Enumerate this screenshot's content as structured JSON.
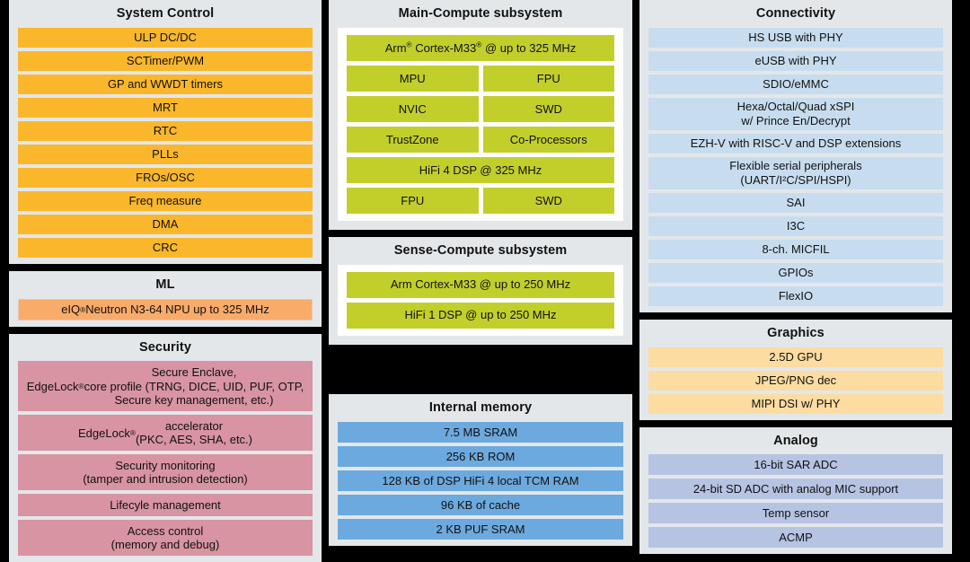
{
  "colors": {
    "background": "#000000",
    "panel": "#E3E7EA",
    "system_control": "#FBB72B",
    "ml": "#F9AB6A",
    "security": "#D894A2",
    "compute_green": "#C2CF2B",
    "connectivity": "#C7DDEF",
    "memory": "#6CA9DE",
    "graphics": "#FDDCA1",
    "analog": "#B7C3E3",
    "inner_panel": "#FFFFFF"
  },
  "system_control": {
    "title": "System Control",
    "items": [
      "ULP DC/DC",
      "SCTimer/PWM",
      "GP and WWDT timers",
      "MRT",
      "RTC",
      "PLLs",
      "FROs/OSC",
      "Freq measure",
      "DMA",
      "CRC"
    ]
  },
  "ml": {
    "title": "ML",
    "items": [
      "eIQ® Neutron N3-64 NPU up to 325 MHz"
    ]
  },
  "security": {
    "title": "Security",
    "items": [
      "EdgeLock® Secure Enclave,\ncore profile (TRNG, DICE, UID, PUF, OTP,\nSecure key management, etc.)",
      "EdgeLock® accelerator\n(PKC, AES, SHA, etc.)",
      "Security monitoring\n(tamper and intrusion detection)",
      "Lifecyle management",
      "Access control\n(memory and debug)"
    ]
  },
  "main_compute": {
    "title": "Main-Compute subsystem",
    "cpu": "Arm® Cortex-M33® @ up to 325 MHz",
    "pairs": [
      [
        "MPU",
        "FPU"
      ],
      [
        "NVIC",
        "SWD"
      ],
      [
        "TrustZone",
        "Co-Processors"
      ]
    ],
    "dsp": "HiFi 4 DSP @ 325 MHz",
    "dsp_pairs": [
      [
        "FPU",
        "SWD"
      ]
    ]
  },
  "sense_compute": {
    "title": "Sense-Compute subsystem",
    "items": [
      "Arm Cortex-M33 @ up to 250 MHz",
      "HiFi 1 DSP @ up to 250 MHz"
    ]
  },
  "internal_memory": {
    "title": "Internal memory",
    "items": [
      "7.5 MB SRAM",
      "256 KB ROM",
      "128 KB of DSP HiFi 4 local TCM RAM",
      "96 KB of cache",
      "2 KB PUF SRAM"
    ]
  },
  "connectivity": {
    "title": "Connectivity",
    "items": [
      "HS USB with PHY",
      "eUSB with PHY",
      "SDIO/eMMC",
      "Hexa/Octal/Quad xSPI\nw/ Prince En/Decrypt",
      "EZH-V with RISC-V and DSP extensions",
      "Flexible serial peripherals\n(UART/I²C/SPI/HSPI)",
      "SAI",
      "I3C",
      "8-ch. MICFIL",
      "GPIOs",
      "FlexIO"
    ]
  },
  "graphics": {
    "title": "Graphics",
    "items": [
      "2.5D GPU",
      "JPEG/PNG dec",
      "MIPI DSI w/ PHY"
    ]
  },
  "analog": {
    "title": "Analog",
    "items": [
      "16-bit SAR ADC",
      "24-bit SD ADC with analog MIC support",
      "Temp sensor",
      "ACMP"
    ]
  }
}
